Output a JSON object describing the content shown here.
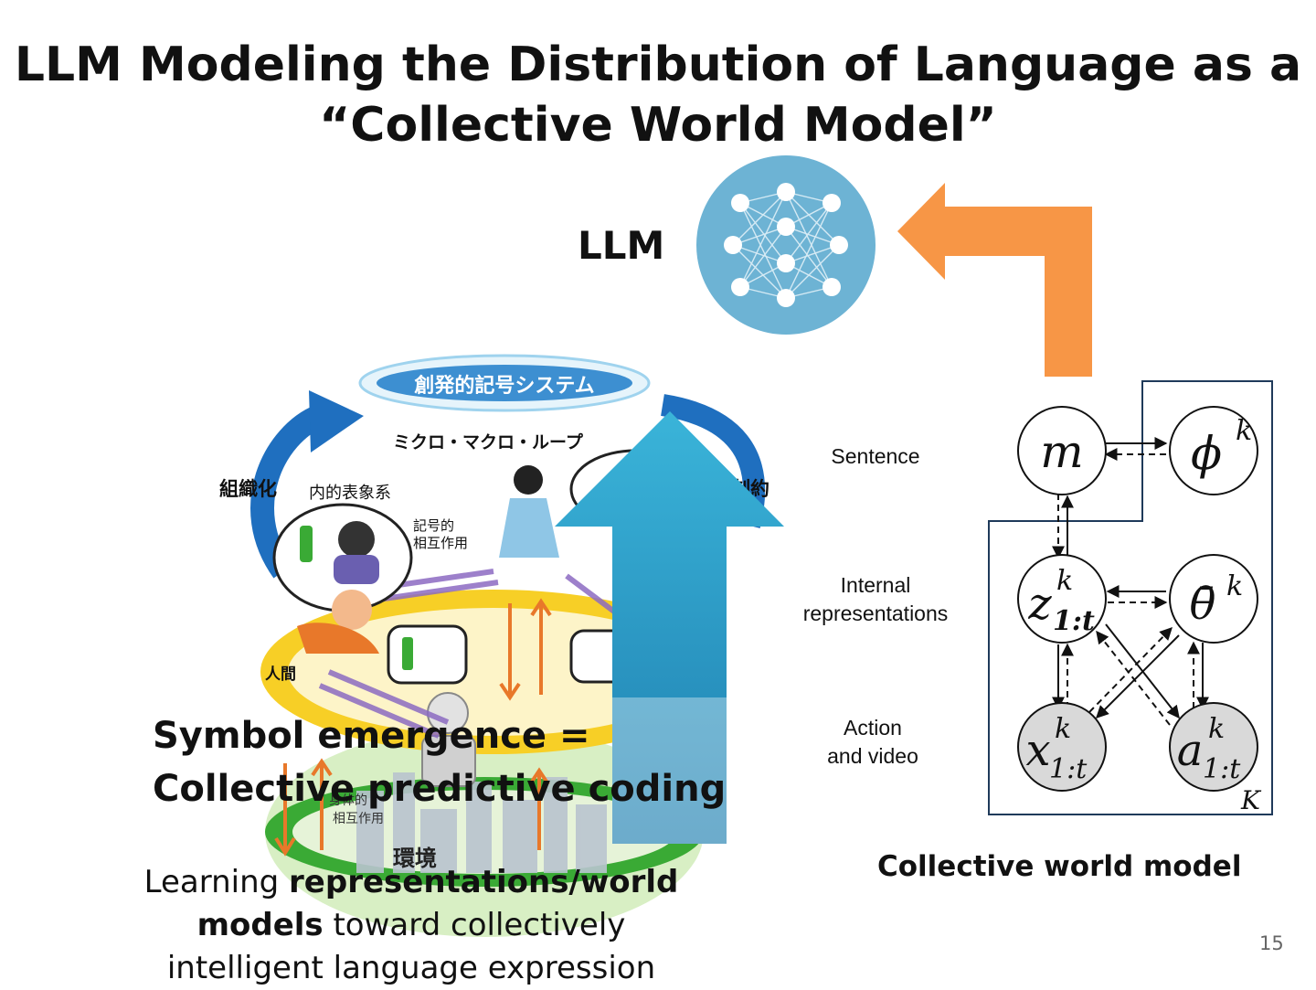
{
  "title": {
    "line1": "LLM Modeling the Distribution of Language as a",
    "line2": "“Collective World Model”"
  },
  "llm_label": "LLM",
  "collage": {
    "banner": "創発的記号システム",
    "loop": "ミクロ・マクロ・ループ",
    "organize": "組織化",
    "constraint": "制約",
    "internal": "内的表象系",
    "symbolic_1": "記号的",
    "symbolic_2": "相互作用",
    "human": "人間",
    "physical_1": "身体的",
    "physical_2": "相互作用",
    "environment": "環境"
  },
  "symbol_emergence": {
    "line1": "Symbol emergence =",
    "line2": "Collective predictive coding"
  },
  "learning": {
    "part1": "Learning ",
    "bold1": "representations/world",
    "bold2": "models",
    "part2": " toward collectively",
    "line3": "intelligent language expression"
  },
  "pgm_labels": {
    "sentence": "Sentence",
    "internal_1": "Internal",
    "internal_2": "representations",
    "action_1": "Action",
    "action_2": "and video"
  },
  "pgm_nodes": {
    "m": "m",
    "phi": "ϕ",
    "phi_sup": "k",
    "z": "z",
    "z_sup": "k",
    "z_sub": "1:t",
    "theta": "θ̄",
    "theta_sup": "k",
    "x": "x",
    "x_sup": "k",
    "x_sub": "1:t",
    "a": "a",
    "a_sup": "k",
    "a_sub": "1:t",
    "plate": "K"
  },
  "pgm_caption": "Collective world model",
  "page_number": "15",
  "colors": {
    "llm_circle": "#6db3d4",
    "orange_arrow": "#f79646",
    "blue_arrow": "#2e9cc4",
    "observed_node": "#d9d9d9"
  }
}
